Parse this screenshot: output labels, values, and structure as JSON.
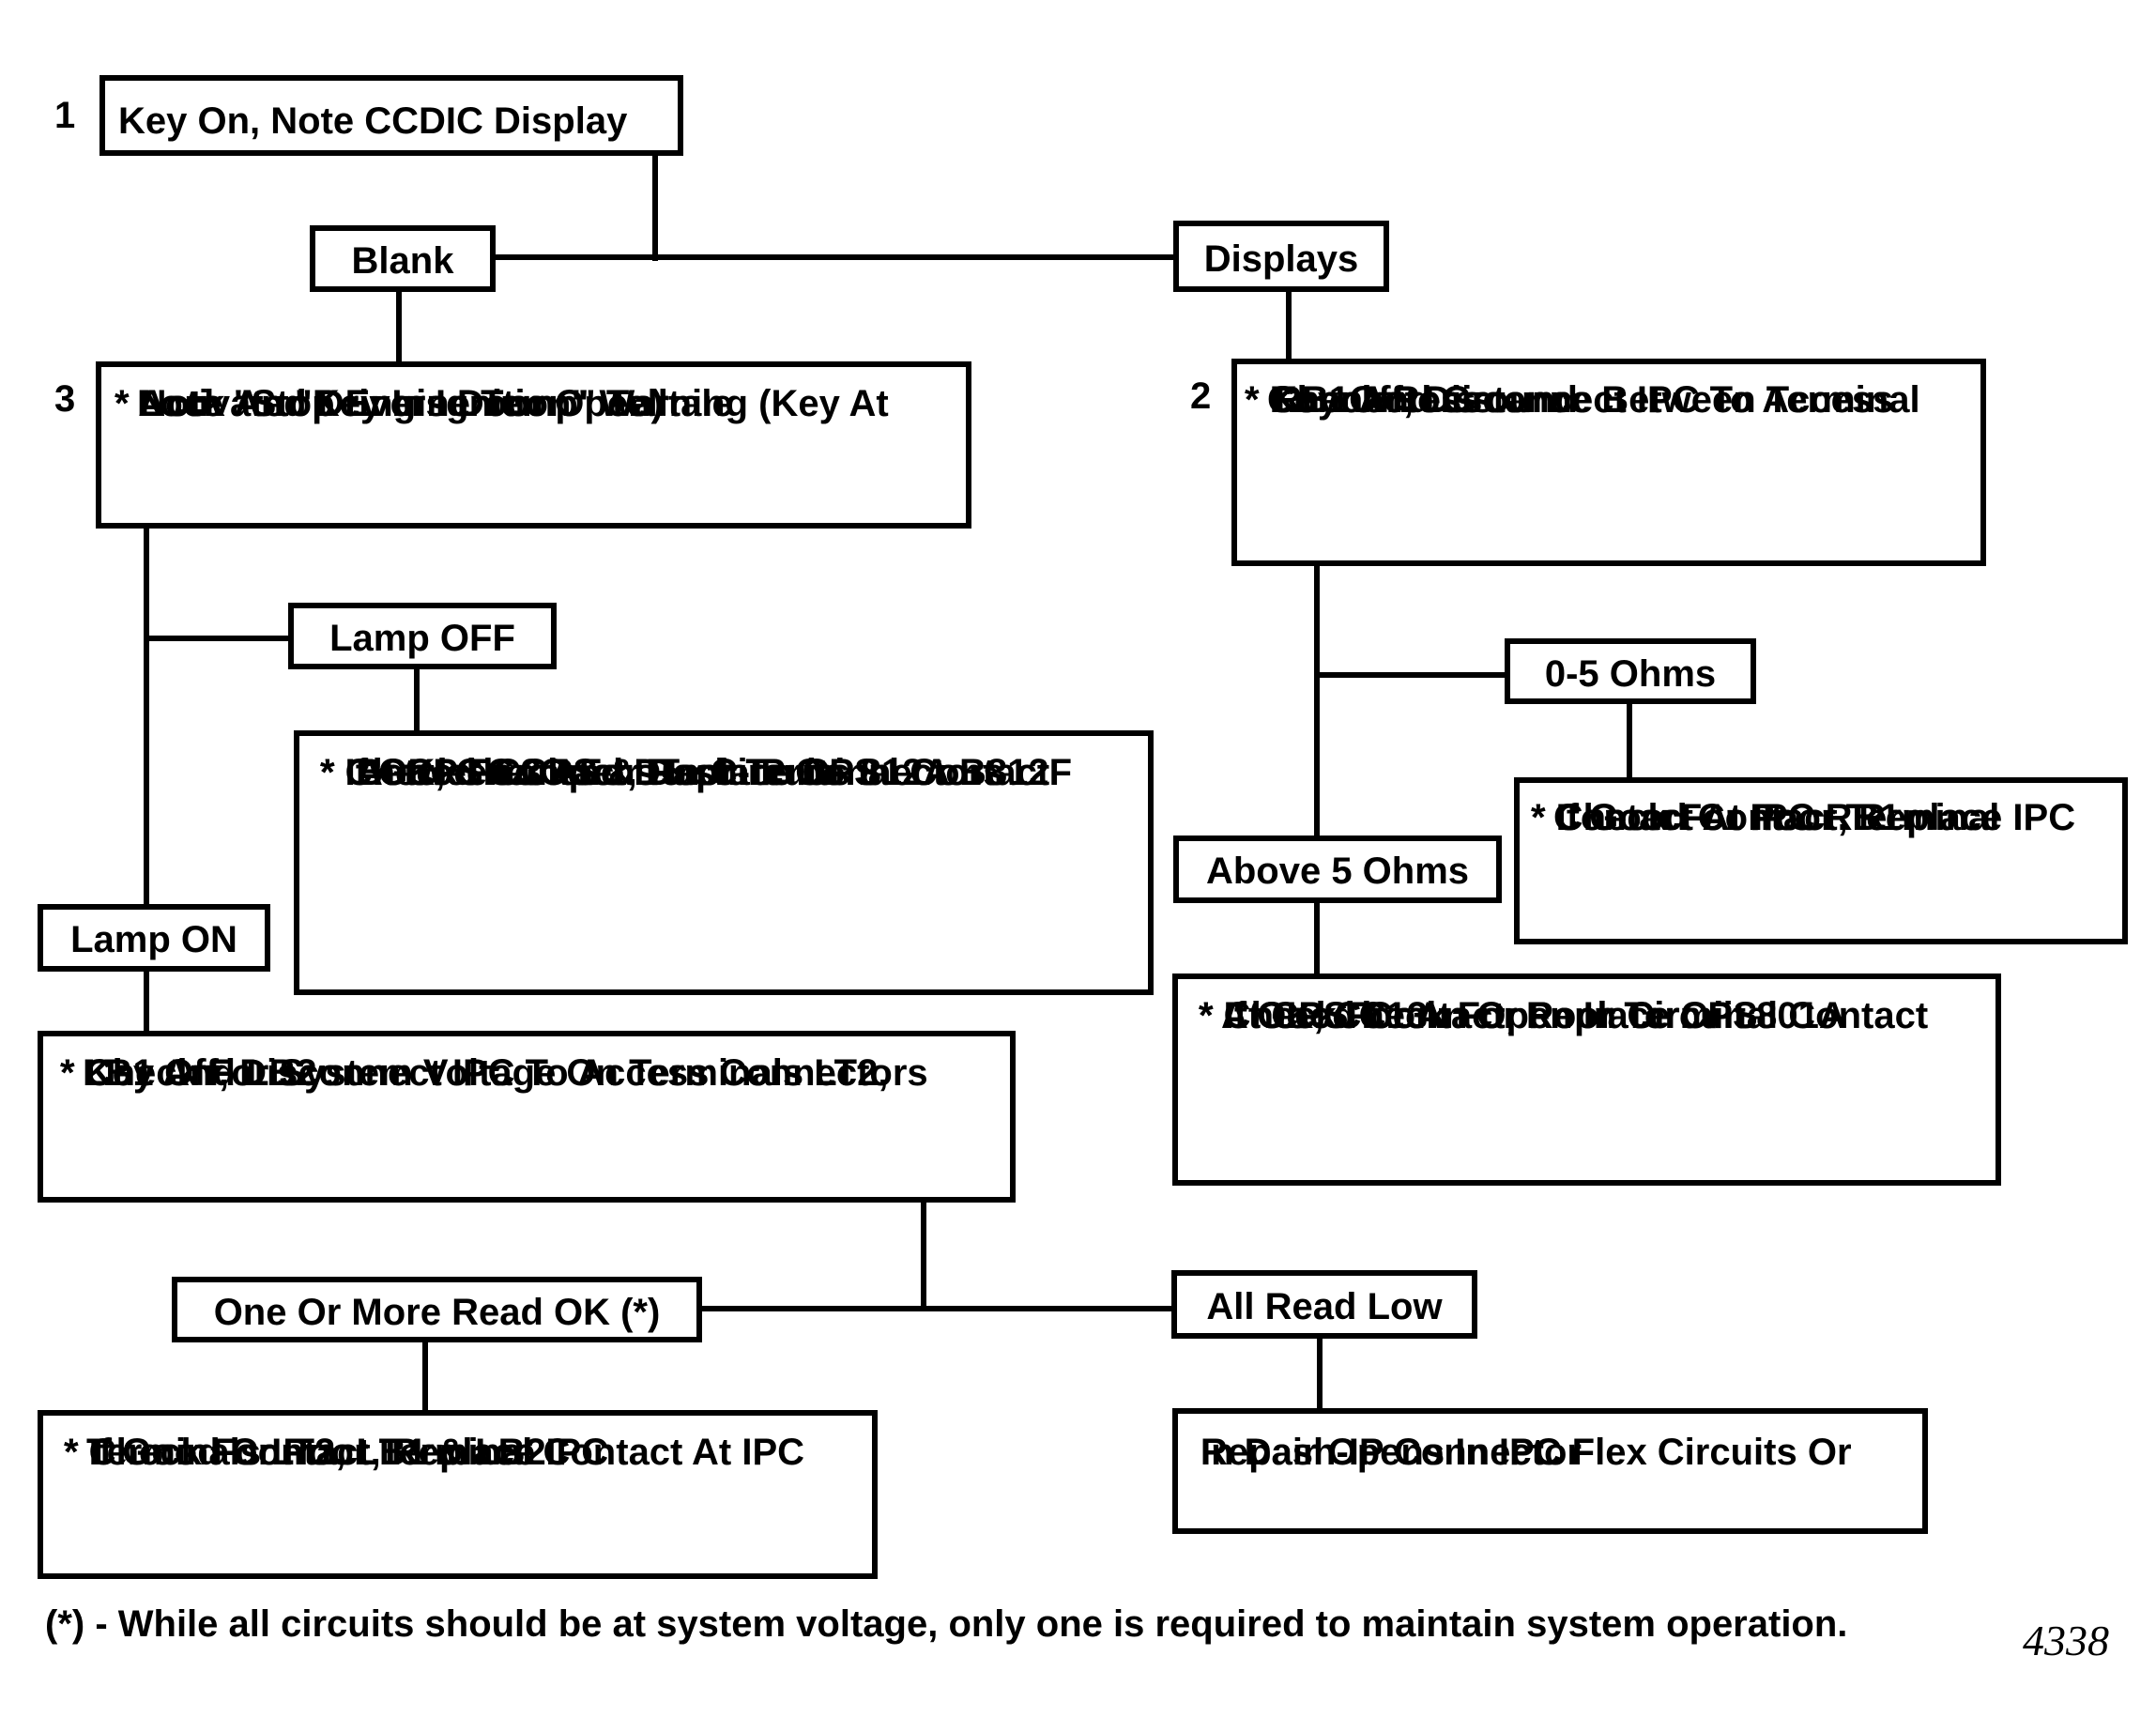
{
  "nodes": {
    "key_on": {
      "step": "1",
      "lines": [
        "Key On, Note CCDIC Display"
      ]
    },
    "blank": {
      "lines": [
        "Blank"
      ]
    },
    "displays": {
      "lines": [
        "Displays"
      ]
    },
    "activate_warning": {
      "step": "3",
      "lines": [
        "* Activate \"Key In Ignition\" Warning (Key At",
        "  Lock And Drivers Door Open)",
        "* Note \"Stop Engine Temp\" Telltale"
      ]
    },
    "check_resistance": {
      "step": "2",
      "lines": [
        "* Key Off, Disconnect IPC To Access",
        "  Connectors",
        "* Check Resistance Between Terminal",
        "  RB1 And Ground"
      ]
    },
    "lamp_off": {
      "lines": [
        "Lamp OFF"
      ]
    },
    "check_opens_812": {
      "lines": [
        "*  Check For Opens In Circuits 812A B812F",
        "   Between CPS & Dash-IP Connectors",
        "*  If OK, Check For Poor Terminal Contact",
        "   At CPS C3 And D5",
        "* If Good Contact, Replace CPS"
      ]
    },
    "lamp_on": {
      "lines": [
        "Lamp ON"
      ]
    },
    "ohms_0_5": {
      "lines": [
        "0-5 Ohms"
      ]
    },
    "above_5_ohms": {
      "lines": [
        "Above 5 Ohms"
      ]
    },
    "poor_contact_rb1": {
      "lines": [
        "* Check For Poor Terminal",
        "  Contact At IPC RB1",
        "* If Good Contact, Replace IPC"
      ]
    },
    "check_open_801a": {
      "lines": [
        "* Check For An Open In Circuit 801A",
        "* If OK, Check For Poor Terminal Contact",
        "  At CPS C13",
        "* If Good Contact, Replace CPS"
      ]
    },
    "check_voltage": {
      "lines": [
        "* Key Off, Disconnect IPC To Access  Connectors",
        "* Check For System Voltage On Terminals LT2,",
        "  LB1 And LB2"
      ]
    },
    "one_or_more_ok": {
      "lines": [
        "One Or More Read OK (*)"
      ]
    },
    "all_read_low": {
      "lines": [
        "All Read Low"
      ]
    },
    "poor_contact_lt2": {
      "lines": [
        "* Check For Poor Terminal Contact At IPC",
        "  Terminals LT2, LB1 & LB2",
        "* If Good Contact, Replace IPC"
      ]
    },
    "repair_flex": {
      "lines": [
        "Repair Opens In IPC Flex Circuits Or",
        "In Dash-IP Connector"
      ]
    }
  },
  "footnote": "(*) - While all circuits should be at system voltage, only one is required to maintain system operation.",
  "figure_id": "4338"
}
